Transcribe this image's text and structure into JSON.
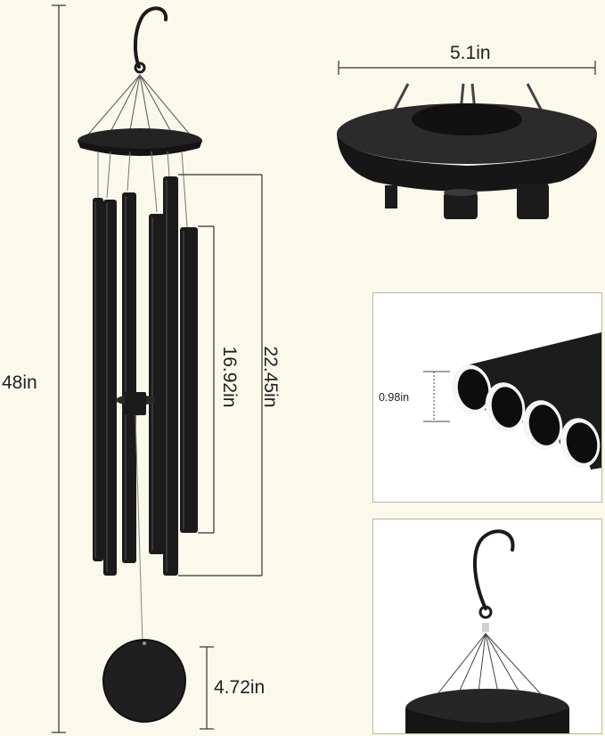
{
  "product": {
    "dimensions": {
      "overall_height": "48in",
      "top_diameter": "5.1in",
      "longest_tube": "22.45in",
      "shortest_tube": "16.92in",
      "tube_diameter": "0.98in",
      "sail_diameter": "4.72in"
    }
  },
  "colors": {
    "background": "#fbf8ec",
    "chime_black": "#1b1b1b",
    "dimension_line": "#333333"
  }
}
